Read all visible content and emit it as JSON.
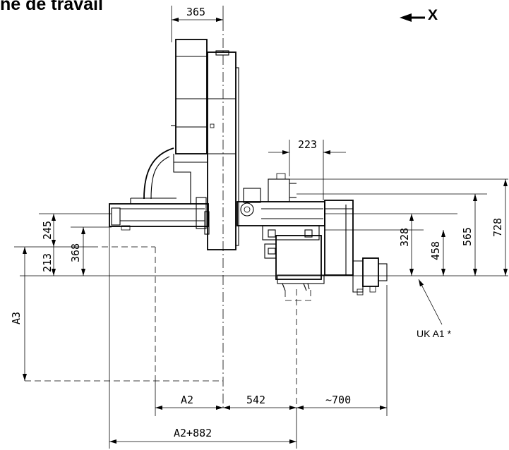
{
  "title": "ne de travail",
  "axis_label": "X",
  "reference_label": "UK A1 *",
  "dimensions": {
    "d365": "365",
    "d223": "223",
    "d245": "245",
    "d213": "213",
    "d368": "368",
    "d328": "328",
    "d458": "458",
    "d565": "565",
    "d728": "728",
    "a3": "A3",
    "a2": "A2",
    "d542": "542",
    "d700": "~700",
    "a2_882": "A2+882"
  }
}
